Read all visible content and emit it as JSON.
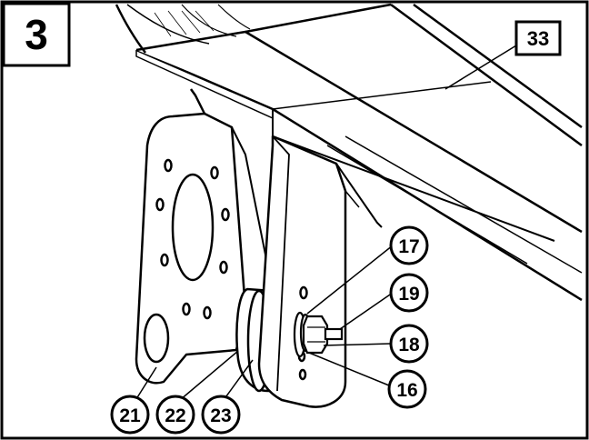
{
  "step": {
    "number": "3"
  },
  "callouts": {
    "c33": "33",
    "c17": "17",
    "c19": "19",
    "c18": "18",
    "c16": "16",
    "c21": "21",
    "c22": "22",
    "c23": "23"
  },
  "colors": {
    "line": "#000000",
    "background": "#ffffff"
  }
}
